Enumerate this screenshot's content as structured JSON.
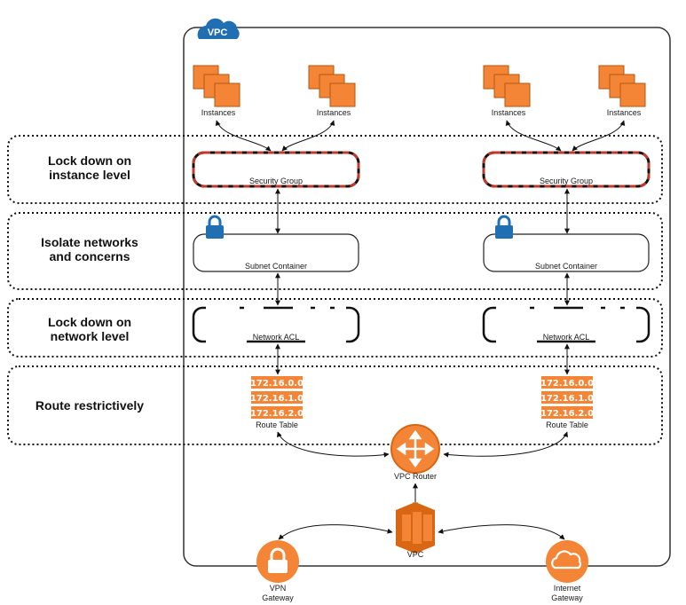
{
  "vpc_badge": "VPC",
  "zones": [
    {
      "line1": "Lock down on",
      "line2": "instance level"
    },
    {
      "line1": "Isolate networks",
      "line2": "and concerns"
    },
    {
      "line1": "Lock down on",
      "line2": "network level"
    },
    {
      "line1": "Route restrictively",
      "line2": ""
    }
  ],
  "columns": [
    {
      "instances": [
        "Instances",
        "Instances"
      ],
      "security_group": "Security Group",
      "subnet": "Subnet Container",
      "acl": "Network ACL",
      "routes": [
        "172.16.0.0",
        "172.16.1.0",
        "172.16.2.0"
      ],
      "route_table": "Route Table"
    },
    {
      "instances": [
        "Instances",
        "Instances"
      ],
      "security_group": "Security Group",
      "subnet": "Subnet Container",
      "acl": "Network ACL",
      "routes": [
        "172.16.0.0",
        "172.16.1.0",
        "172.16.2.0"
      ],
      "route_table": "Route Table"
    }
  ],
  "vpc_router": "VPC Router",
  "vpc_label": "VPC",
  "vpn_gateway": {
    "line1": "VPN",
    "line2": "Gateway"
  },
  "internet_gateway": {
    "line1": "Internet",
    "line2": "Gateway"
  },
  "colors": {
    "orange": "#f58536",
    "orange_dark": "#d86613",
    "blue": "#1f6fb2",
    "sg_red": "#c0392b"
  }
}
